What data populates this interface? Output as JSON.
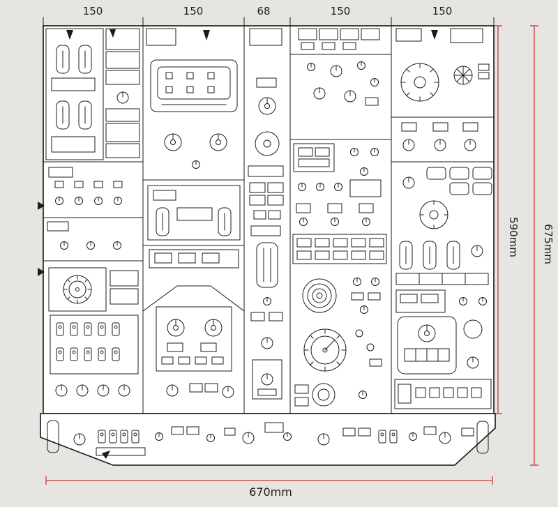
{
  "colors": {
    "background": "#e7e5e2",
    "line_ink": "#1b1b1b",
    "dimension_red": "#c83737",
    "panel_fill": "#ffffff"
  },
  "dimensions": {
    "top_widths": [
      {
        "label": "150"
      },
      {
        "label": "150"
      },
      {
        "label": "68"
      },
      {
        "label": "150"
      },
      {
        "label": "150"
      }
    ],
    "right_height_inner": "590mm",
    "right_height_outer": "675mm",
    "bottom_width": "670mm"
  }
}
